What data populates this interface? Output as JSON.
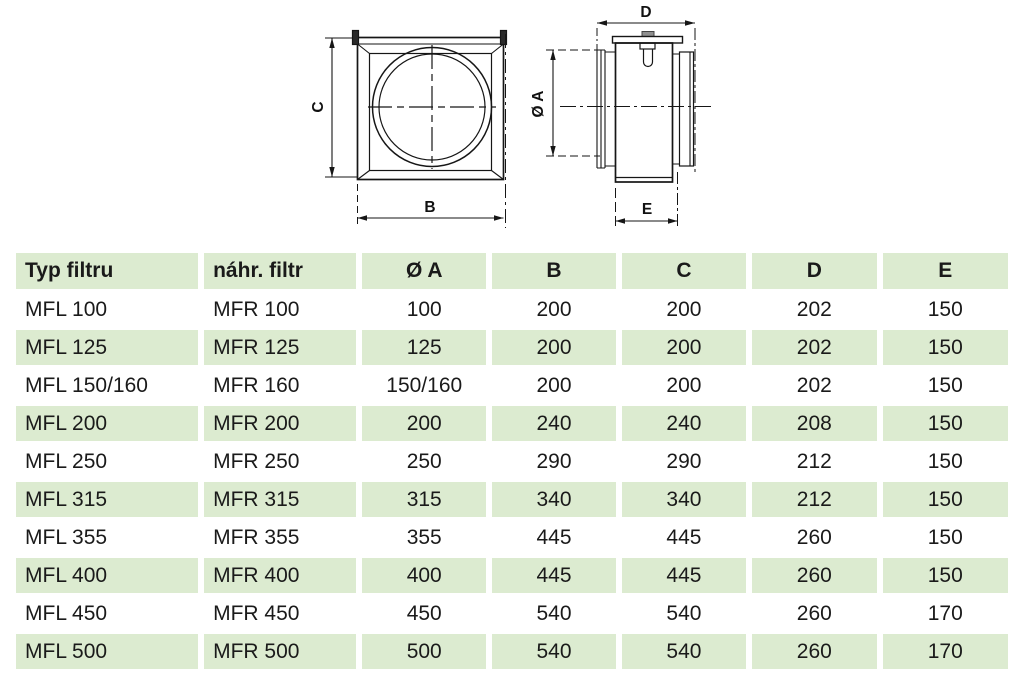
{
  "drawing": {
    "front_view": {
      "dim_c_label": "C",
      "dim_b_label": "B"
    },
    "side_view": {
      "dim_d_label": "D",
      "dim_a_label": "Ø A",
      "dim_e_label": "E"
    }
  },
  "table": {
    "headers": [
      "Typ filtru",
      "náhr. filtr",
      "Ø A",
      "B",
      "C",
      "D",
      "E"
    ],
    "rows": [
      [
        "MFL 100",
        "MFR 100",
        "100",
        "200",
        "200",
        "202",
        "150"
      ],
      [
        "MFL 125",
        "MFR 125",
        "125",
        "200",
        "200",
        "202",
        "150"
      ],
      [
        "MFL 150/160",
        "MFR 160",
        "150/160",
        "200",
        "200",
        "202",
        "150"
      ],
      [
        "MFL 200",
        "MFR 200",
        "200",
        "240",
        "240",
        "208",
        "150"
      ],
      [
        "MFL 250",
        "MFR 250",
        "250",
        "290",
        "290",
        "212",
        "150"
      ],
      [
        "MFL 315",
        "MFR 315",
        "315",
        "340",
        "340",
        "212",
        "150"
      ],
      [
        "MFL 355",
        "MFR 355",
        "355",
        "445",
        "445",
        "260",
        "150"
      ],
      [
        "MFL 400",
        "MFR 400",
        "400",
        "445",
        "445",
        "260",
        "150"
      ],
      [
        "MFL 450",
        "MFR 450",
        "450",
        "540",
        "540",
        "260",
        "170"
      ],
      [
        "MFL 500",
        "MFR 500",
        "500",
        "540",
        "540",
        "260",
        "170"
      ]
    ]
  },
  "colors": {
    "table_green": "#dcebd0",
    "line_color": "#161616",
    "text_color": "#1a1a1a"
  }
}
